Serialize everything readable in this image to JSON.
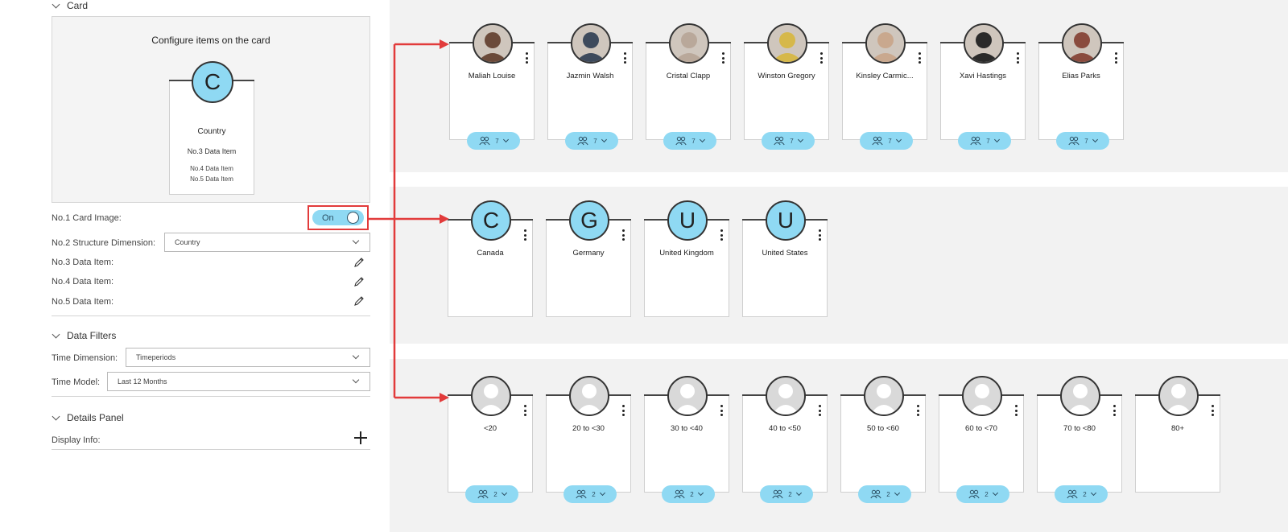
{
  "left_panel": {
    "card_section": {
      "title": "Card",
      "preview_title": "Configure items on the card",
      "preview_card": {
        "letter": "C",
        "line1": "Country",
        "line2": "No.3 Data Item",
        "line3": "No.4 Data Item",
        "line4": "No.5 Data Item"
      },
      "card_image_label": "No.1 Card Image:",
      "toggle_label": "On",
      "structure_label": "No.2 Structure Dimension:",
      "structure_value": "Country",
      "data3_label": "No.3 Data Item:",
      "data4_label": "No.4 Data Item:",
      "data5_label": "No.5 Data Item:"
    },
    "filters_section": {
      "title": "Data Filters",
      "time_dimension_label": "Time Dimension:",
      "time_dimension_value": "Timeperiods",
      "time_model_label": "Time Model:",
      "time_model_value": "Last 12 Months"
    },
    "details_section": {
      "title": "Details Panel",
      "display_info_label": "Display Info:"
    }
  },
  "people_cards": [
    {
      "name": "Maliah Louise",
      "count": "7",
      "avatar_color": "#6b4a3a"
    },
    {
      "name": "Jazmin Walsh",
      "count": "7",
      "avatar_color": "#3d4a5c"
    },
    {
      "name": "Cristal Clapp",
      "count": "7",
      "avatar_color": "#b9a89a"
    },
    {
      "name": "Winston Gregory",
      "count": "7",
      "avatar_color": "#d6b84a"
    },
    {
      "name": "Kinsley Carmic...",
      "count": "7",
      "avatar_color": "#c9a88e"
    },
    {
      "name": "Xavi Hastings",
      "count": "7",
      "avatar_color": "#2a2a2a"
    },
    {
      "name": "Elias Parks",
      "count": "7",
      "avatar_color": "#8a4b3e"
    }
  ],
  "country_cards": [
    {
      "letter": "C",
      "name": "Canada"
    },
    {
      "letter": "G",
      "name": "Germany"
    },
    {
      "letter": "U",
      "name": "United Kingdom"
    },
    {
      "letter": "U",
      "name": "United States"
    }
  ],
  "age_cards": [
    {
      "name": "<20",
      "count": "2"
    },
    {
      "name": "20 to <30",
      "count": "2"
    },
    {
      "name": "30 to <40",
      "count": "2"
    },
    {
      "name": "40 to <50",
      "count": "2"
    },
    {
      "name": "50 to <60",
      "count": "2"
    },
    {
      "name": "60 to <70",
      "count": "2"
    },
    {
      "name": "70 to <80",
      "count": "2"
    },
    {
      "name": "80+",
      "count": ""
    }
  ],
  "colors": {
    "accent": "#8fd9f3",
    "highlight": "#e23b3b",
    "panel_bg": "#f2f2f2"
  }
}
